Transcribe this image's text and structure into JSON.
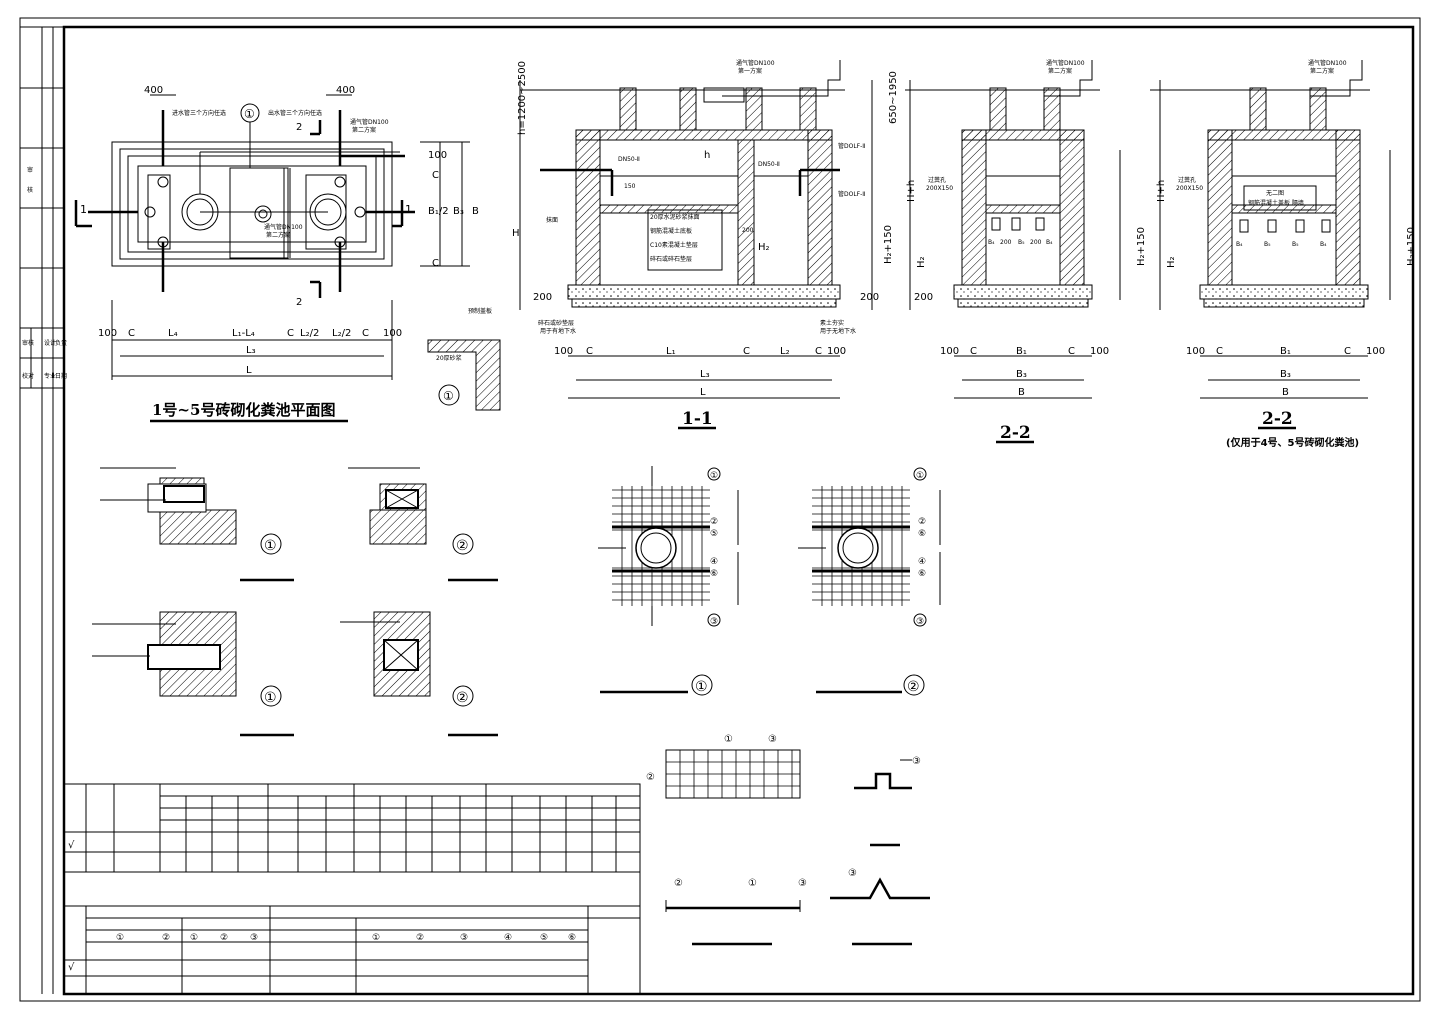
{
  "plan": {
    "title": "1号~5号砖砌化粪池平面图",
    "callout_1": "①",
    "label_2": "2",
    "label_1": "1",
    "dim_400": "400",
    "inlet_note": "进水管三个方向任选",
    "outlet_note": "出水管三个方向任选",
    "vent_note": "通气管DN100",
    "vent_note2": "第二方案",
    "dim_L4": "L₄",
    "dim_L1L4": "L₁-L₄",
    "dim_L2half": "L₂/2",
    "dim_L3": "L₃",
    "dim_L": "L",
    "dim_B": "B",
    "dim_B3": "B₃",
    "dim_B1": "B₁/2",
    "dim_C": "C",
    "dim_100": "100"
  },
  "detail1": {
    "callout": "①",
    "note1": "预制盖板",
    "note2": "20厚砂浆"
  },
  "section11": {
    "caption": "1-1",
    "h_range": "h=1200~2500",
    "range2": "650~1950",
    "H": "H",
    "H2": "H₂",
    "H2plus": "H₂+150",
    "h": "h",
    "d200": "200",
    "d150": "150",
    "notes": [
      "20厚水泥砂浆抹面",
      "钢筋混凝土底板",
      "C10素混凝土垫层",
      "碎石或碎石垫层"
    ],
    "pipe1": "DN50-Ⅱ",
    "pipe2": "DN50-Ⅱ",
    "label_plaster": "抹面",
    "label_dolf1": "管DOLF-Ⅱ",
    "label_dolf2": "管DOLF-Ⅱ",
    "vent": "通气管DN100",
    "vent2": "第一方案",
    "bottom_l": "碎石或砂垫层",
    "bottom_l2": "用于有地下水",
    "bottom_r": "素土夯实",
    "bottom_r2": "用于无地下水",
    "dim_L1": "L₁",
    "dim_L2": "L₂",
    "dim_L3": "L₃",
    "dim_L": "L",
    "dim_C": "C",
    "dim_100": "100"
  },
  "section22a": {
    "caption": "2-2",
    "HH": "H+h",
    "H2": "H₂",
    "H2plus": "H₂+150",
    "B1": "B₁",
    "B3": "B₃",
    "B": "B",
    "C": "C",
    "d100": "100",
    "d200": "200",
    "hole": "过粪孔",
    "hole_size": "200X150",
    "vent": "通气管DN100",
    "vent2": "第二方案",
    "b4": "B₄",
    "b5": "B₅",
    "d200b": "200"
  },
  "section22b": {
    "caption": "2-2",
    "sub": "(仅用于4号、5号砖砌化粪池)",
    "sign": "无二图",
    "sign_sub": "钢筋混凝土盖板 隔墙",
    "HH": "H+h",
    "H2": "H₂",
    "H2plus": "H₂+150",
    "B1": "B₁",
    "B3": "B₃",
    "B": "B",
    "C": "C",
    "d100": "100",
    "hole": "过粪孔",
    "hole_size": "200X150",
    "vent": "通气管DN100",
    "vent2": "第二方案",
    "b4": "B₄",
    "b5": "B₅"
  },
  "wall_details": [
    {
      "callout": "①"
    },
    {
      "callout": "②"
    },
    {
      "callout": "①"
    },
    {
      "callout": "②"
    }
  ],
  "rebar_details": [
    {
      "caption": "①",
      "marks": [
        "①",
        "②",
        "⑤",
        "④",
        "⑥",
        "③"
      ]
    },
    {
      "caption": "②",
      "marks": [
        "①",
        "②",
        "⑥",
        "④",
        "⑥",
        "③"
      ]
    }
  ],
  "small_details": {
    "mesh_marks": [
      "①",
      "③",
      "②"
    ],
    "hook_marks": [
      "③"
    ],
    "bar_marks": [
      "②",
      "①",
      "③"
    ],
    "bend_marks": [
      "③"
    ]
  },
  "table1": {
    "check": "√"
  },
  "table2": {
    "check": "√",
    "marks": [
      "①",
      "②",
      "①",
      "②",
      "③",
      "①",
      "②",
      "③",
      "④",
      "⑤",
      "⑥"
    ]
  },
  "titleblock": {
    "r1": "审",
    "r2": "核",
    "r3": "审核",
    "r4": "校对",
    "r5": "设计",
    "r6": "专业",
    "r7": "负责",
    "r8": "日期"
  }
}
